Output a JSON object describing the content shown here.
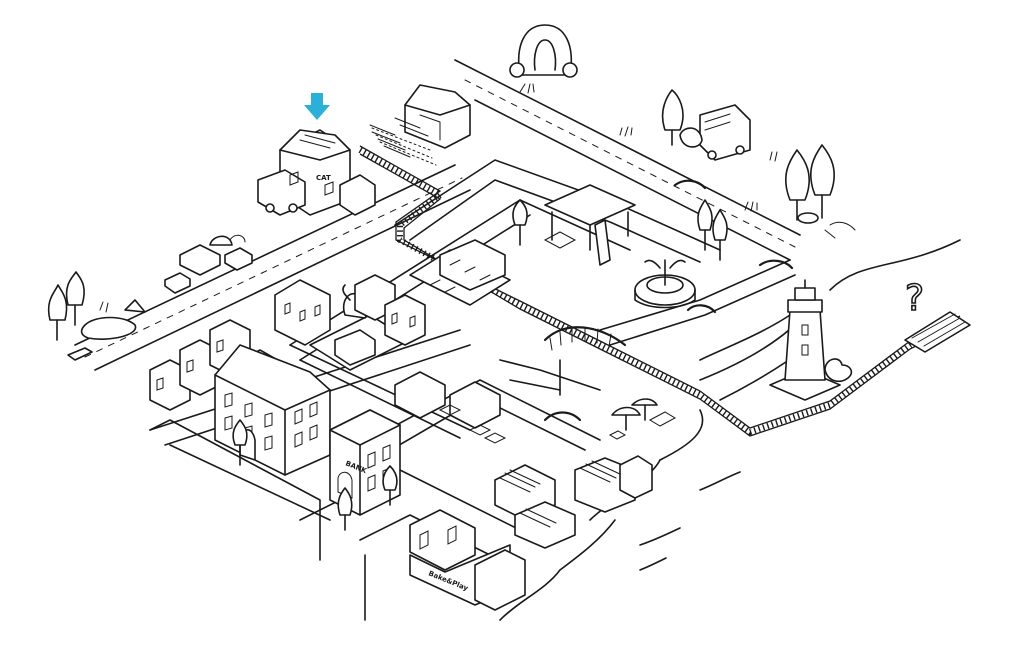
{
  "map": {
    "labels": {
      "cat_cafe": "CAT",
      "bank": "BANK",
      "shop_sign": "Bake&Play",
      "question_mark": "?"
    },
    "colors": {
      "ink": "#1a1a1a",
      "paper": "#ffffff",
      "marker_arrow": "#2ab0d9"
    },
    "icons": {
      "marker": "down-arrow-icon",
      "mystery": "question-mark-icon"
    }
  }
}
